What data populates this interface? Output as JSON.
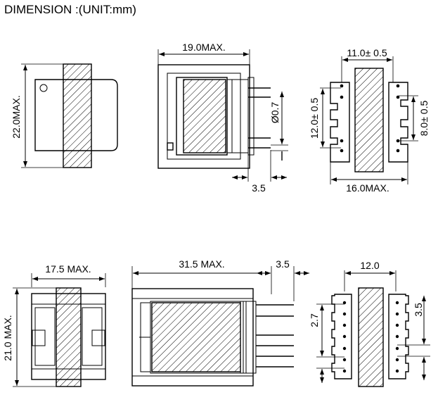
{
  "title": "DIMENSION :(UNIT:mm)",
  "dims": {
    "d1_height": "22.0MAX.",
    "d2_width": "19.0MAX.",
    "d2_pin_dia": "Ø0.7",
    "d2_pin_len": "3.5",
    "d3_top": "11.0± 0.5",
    "d3_left": "12.0± 0.5",
    "d3_right": "8.0± 0.5",
    "d3_bottom": "16.0MAX.",
    "d4_width": "17.5 MAX.",
    "d4_height": "21.0 MAX.",
    "d5_width": "31.5 MAX.",
    "d5_pin_len": "3.5",
    "d6_width": "12.0",
    "d6_left": "2.7",
    "d6_right": "3.5"
  }
}
